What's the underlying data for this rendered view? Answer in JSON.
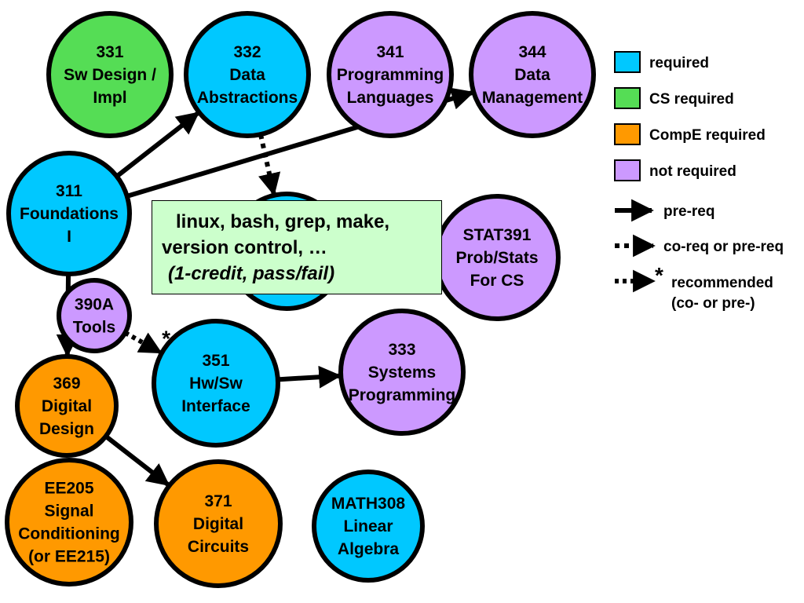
{
  "colors": {
    "required": "#00c8ff",
    "cs_required": "#55dd55",
    "compe_required": "#ff9900",
    "not_required": "#cc99ff",
    "callout_bg": "#ccffcc"
  },
  "nodes": {
    "n331": {
      "lines": [
        "331",
        "Sw Design /",
        "Impl"
      ],
      "category": "cs_required"
    },
    "n332": {
      "lines": [
        "332",
        "Data",
        "Abstractions"
      ],
      "category": "required"
    },
    "n341": {
      "lines": [
        "341",
        "Programming",
        "Languages"
      ],
      "category": "not_required"
    },
    "n344": {
      "lines": [
        "344",
        "Data",
        "Management"
      ],
      "category": "not_required"
    },
    "n311": {
      "lines": [
        "311",
        "Foundations",
        "I"
      ],
      "category": "required"
    },
    "n312": {
      "lines": [],
      "category": "required"
    },
    "stat391": {
      "lines": [
        "STAT391",
        "Prob/Stats",
        "For CS"
      ],
      "category": "not_required"
    },
    "n390a": {
      "lines": [
        "390A",
        "Tools"
      ],
      "category": "not_required"
    },
    "n351": {
      "lines": [
        "351",
        "Hw/Sw",
        "Interface"
      ],
      "category": "required"
    },
    "n333": {
      "lines": [
        "333",
        "Systems",
        "Programming"
      ],
      "category": "not_required"
    },
    "n369": {
      "lines": [
        "369",
        "Digital",
        "Design"
      ],
      "category": "compe_required"
    },
    "ee205": {
      "lines": [
        "EE205",
        "Signal",
        "Conditioning",
        "(or EE215)"
      ],
      "category": "compe_required"
    },
    "n371": {
      "lines": [
        "371",
        "Digital",
        "Circuits"
      ],
      "category": "compe_required"
    },
    "math308": {
      "lines": [
        "MATH308",
        "Linear",
        "Algebra"
      ],
      "category": "required"
    }
  },
  "edges": [
    {
      "from": "n311",
      "to": "n332",
      "kind": "pre-req"
    },
    {
      "from": "n311",
      "to": "n344",
      "kind": "pre-req"
    },
    {
      "from": "n311",
      "to": "n369",
      "kind": "pre-req"
    },
    {
      "from": "n332",
      "to": "n312",
      "kind": "co-req"
    },
    {
      "from": "n390a",
      "to": "n351",
      "kind": "recommended"
    },
    {
      "from": "n351",
      "to": "n333",
      "kind": "pre-req"
    },
    {
      "from": "n369",
      "to": "n371",
      "kind": "pre-req"
    }
  ],
  "legend": {
    "categories": [
      {
        "key": "required",
        "label": "required"
      },
      {
        "key": "cs_required",
        "label": "CS required"
      },
      {
        "key": "compe_required",
        "label": "CompE required"
      },
      {
        "key": "not_required",
        "label": "not required"
      }
    ],
    "arrows": [
      {
        "kind": "pre-req",
        "label": "pre-req"
      },
      {
        "kind": "co-req",
        "label": "co-req or pre-req"
      },
      {
        "kind": "recommended",
        "label": "recommended",
        "label2": "(co- or pre-)"
      }
    ]
  },
  "callout": {
    "line1": "linux, bash, grep, make,",
    "line2": "version control, …",
    "line3": "(1-credit, pass/fail)"
  },
  "star_symbol": "*"
}
